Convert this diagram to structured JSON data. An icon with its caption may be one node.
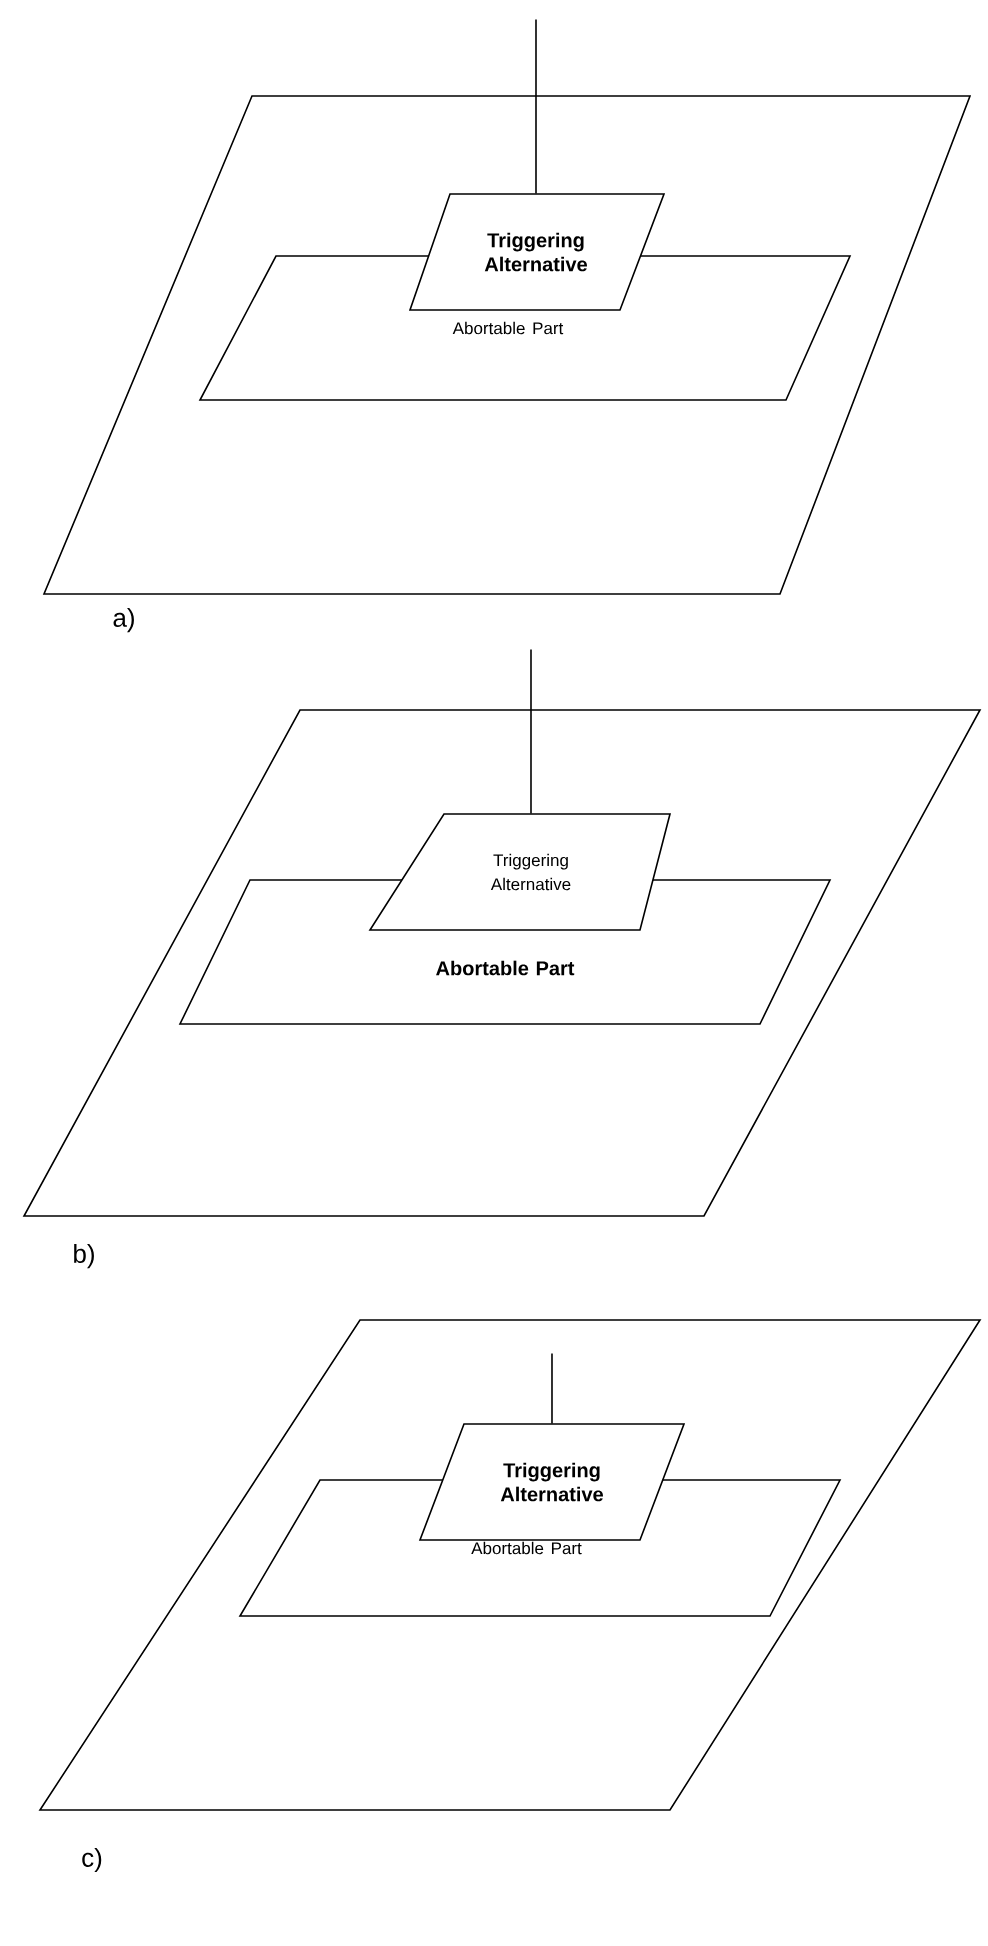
{
  "diagram": {
    "nodes": [
      {
        "text": [],
        "shape": "parallelogram"
      },
      {
        "text": [
          "Triggering Alternative"
        ],
        "in": 0
      },
      {
        "text": [
          "Abortable Part"
        ],
        "in": 0
      },
      {
        "text": [],
        "shape": "parallelogram"
      },
      {
        "text": [
          "Triggering Alternative"
        ],
        "in": 3
      },
      {
        "text": [
          "Abortable Part"
        ],
        "in": 3
      },
      {
        "text": [],
        "shape": "parallelogram"
      },
      {
        "text": [
          "Triggering Alternative"
        ],
        "in": 6
      },
      {
        "text": [
          "Abortable Part"
        ],
        "in": 6
      }
    ],
    "edges": [
      {
        "from": null,
        "to": 1,
        "arrow": "none"
      },
      {
        "from": null,
        "to": 4,
        "arrow": "none"
      },
      {
        "from": null,
        "to": 7,
        "arrow": "none"
      }
    ],
    "labels": [
      "a)",
      "b)",
      "c)"
    ]
  }
}
